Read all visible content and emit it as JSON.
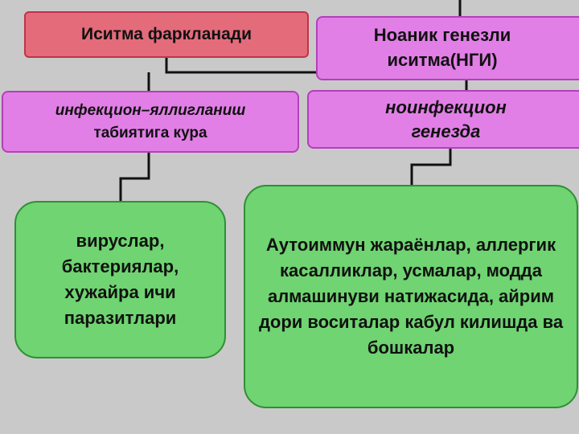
{
  "nodes": {
    "root": "Иситма фаркланади",
    "ngi": "Ноаник генезли иситма(НГИ)",
    "infectious_line1": "инфекцион–яллигланиш",
    "infectious_line2": "табиятига кура",
    "noninfectious": "ноинфекцион генезда",
    "infectious_causes": "вируслар, бактериялар, хужайра ичи паразитлари",
    "noninfectious_causes": "Аутоиммун жараёнлар, аллергик касалликлар, усмалар, модда алмашинуви натижасида, айрим дори воситалар кабул килишда ва бошкалар"
  },
  "colors": {
    "background": "#c9c9c9",
    "root_fill": "#e36b7a",
    "category_fill": "#e17fe6",
    "cause_fill": "#6fd471",
    "connector": "#111111"
  }
}
